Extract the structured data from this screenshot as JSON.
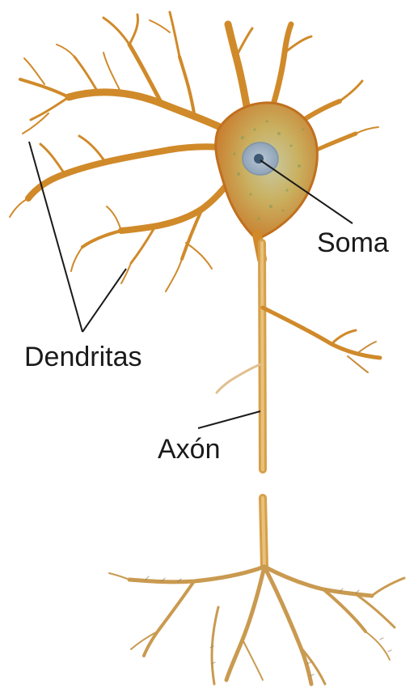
{
  "labels": {
    "soma": "Soma",
    "dendritas": "Dendritas",
    "axon": "Axón"
  },
  "colors": {
    "membrane": "#d08a2a",
    "membrane_dark": "#b8651c",
    "membrane_light": "#e8b860",
    "soma_core": "#c9c07a",
    "nucleus": "#8fa3b8",
    "nucleolus": "#3d5873",
    "leader_line": "#1a1a1a"
  }
}
